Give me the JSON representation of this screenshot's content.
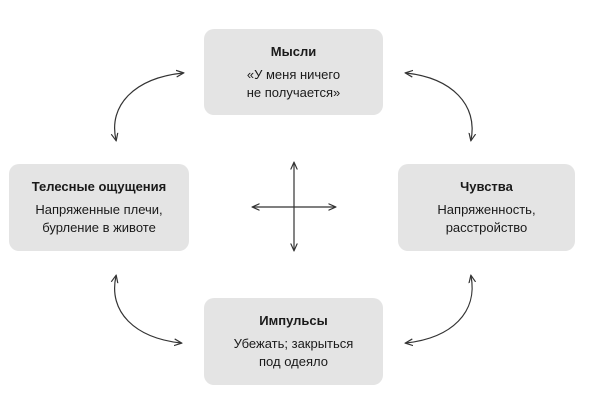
{
  "diagram": {
    "thoughts": {
      "title": "Мысли",
      "line1": "«У меня ничего",
      "line2": "не получается»"
    },
    "body_sensations": {
      "title": "Телесные ощущения",
      "line1": "Напряженные плечи,",
      "line2": "бурление в животе"
    },
    "feelings": {
      "title": "Чувства",
      "line1": "Напряженность,",
      "line2": "расстройство"
    },
    "impulses": {
      "title": "Импульсы",
      "line1": "Убежать; закрыться",
      "line2": "под одеяло"
    }
  }
}
